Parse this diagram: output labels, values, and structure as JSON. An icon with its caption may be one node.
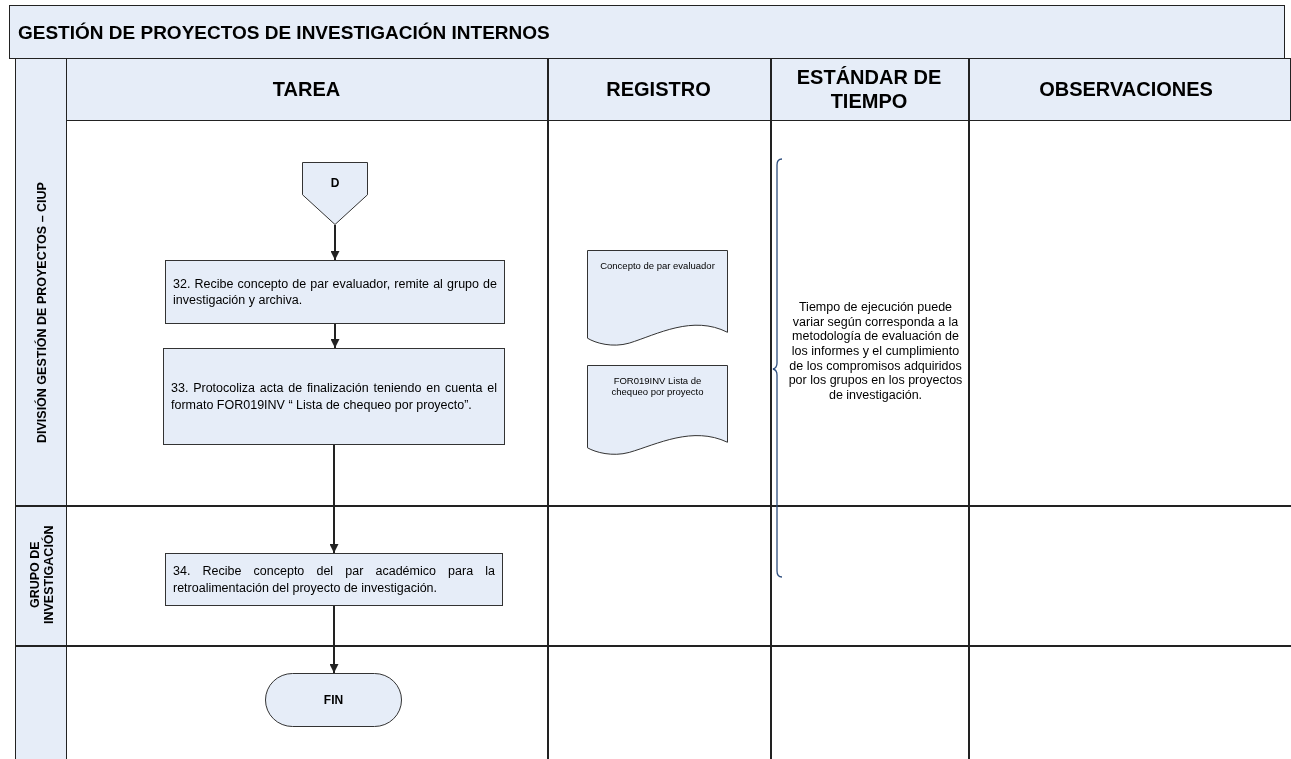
{
  "diagram": {
    "title": "GESTIÓN DE PROYECTOS DE INVESTIGACIÓN INTERNOS",
    "nodes": [
      {
        "text": [
          "D"
        ]
      },
      {
        "text": [
          "32. Recibe concepto de par evaluador, remite al grupo de investigación y archiva."
        ]
      },
      {
        "text": [
          "33. Protocoliza acta de finalización teniendo en cuenta el formato FOR019INV “ Lista de chequeo por proyecto”."
        ]
      },
      {
        "text": [
          "34. Recibe concepto del par académico para la retroalimentación del proyecto de investigación."
        ]
      },
      {
        "text": [
          "FIN"
        ]
      },
      {
        "text": [
          "Concepto de par evaluador"
        ]
      },
      {
        "text": [
          "FOR019INV Lista de chequeo por proyecto"
        ]
      }
    ],
    "edges": [
      {
        "from": 0,
        "to": 1,
        "arrow": "to"
      },
      {
        "from": 1,
        "to": 2,
        "arrow": "to"
      },
      {
        "from": 2,
        "to": 3,
        "arrow": "to"
      },
      {
        "from": 3,
        "to": 4,
        "arrow": "to"
      }
    ],
    "labels": [
      "TAREA",
      "REGISTRO",
      "ESTÁNDAR DE TIEMPO",
      "OBSERVACIONES",
      "DIVISIÓN GESTIÓN DE PROYECTOS – CIUP",
      "GRUPO DE INVESTIGACIÓN",
      "Tiempo de ejecución puede variar según corresponda a la metodología de evaluación de los informes y el cumplimiento de los compromisos adquiridos por los grupos en los proyectos de investigación."
    ]
  }
}
